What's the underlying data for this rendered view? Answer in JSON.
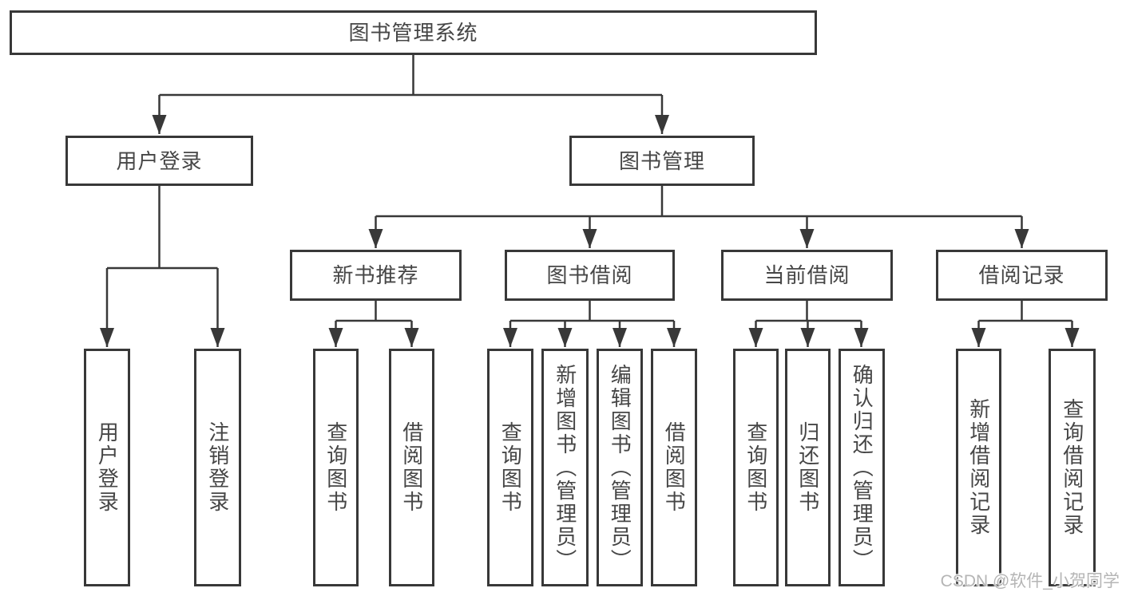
{
  "diagram": {
    "root": {
      "label": "图书管理系统"
    },
    "branches": [
      {
        "label": "用户登录",
        "children": [
          {
            "label": "用户登录"
          },
          {
            "label": "注销登录"
          }
        ]
      },
      {
        "label": "图书管理",
        "children": [
          {
            "label": "新书推荐",
            "children": [
              {
                "label": "查询图书"
              },
              {
                "label": "借阅图书"
              }
            ]
          },
          {
            "label": "图书借阅",
            "children": [
              {
                "label": "查询图书"
              },
              {
                "label": "新增图书（管理员）"
              },
              {
                "label": "编辑图书（管理员）"
              },
              {
                "label": "借阅图书"
              }
            ]
          },
          {
            "label": "当前借阅",
            "children": [
              {
                "label": "查询图书"
              },
              {
                "label": "归还图书"
              },
              {
                "label": "确认归还（管理员）"
              }
            ]
          },
          {
            "label": "借阅记录",
            "children": [
              {
                "label": "新增借阅记录"
              },
              {
                "label": "查询借阅记录"
              }
            ]
          }
        ]
      }
    ]
  },
  "watermark": {
    "text": "CSDN @软件_小贺同学"
  },
  "colors": {
    "line": "#383838",
    "box-border": "#383838",
    "text": "#464646",
    "watermark": "#b5b5b5",
    "background": "#ffffff"
  }
}
